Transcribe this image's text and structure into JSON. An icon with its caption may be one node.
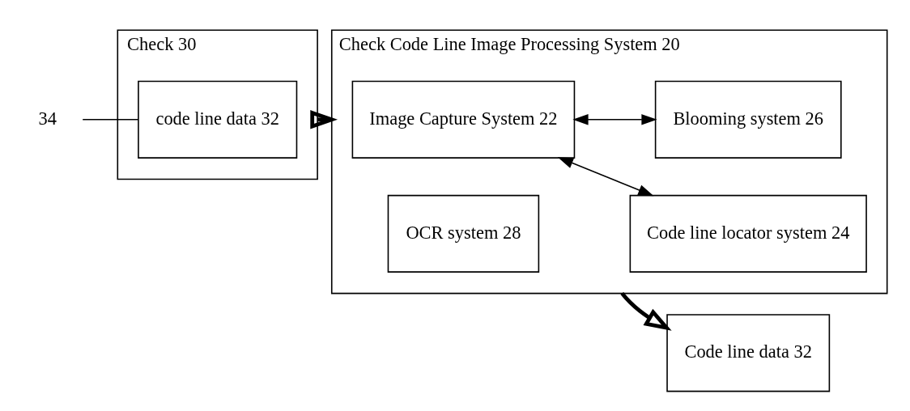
{
  "diagram": {
    "nodes": [
      {
        "text": [
          "Check 30"
        ]
      },
      {
        "text": [
          "code line data 32"
        ],
        "in": 0
      },
      {
        "text": [
          "Check Code Line Image Processing System 20"
        ]
      },
      {
        "text": [
          "Image Capture System 22"
        ],
        "in": 2
      },
      {
        "text": [
          "Code line locator system 24"
        ],
        "in": 2
      },
      {
        "text": [
          "Blooming system 26"
        ],
        "in": 2
      },
      {
        "text": [
          "OCR system 28"
        ],
        "in": 2
      },
      {
        "text": [
          "Code line data 32"
        ]
      },
      {
        "text": [
          "34"
        ]
      }
    ],
    "edges": [
      {
        "from": 0,
        "to": 2,
        "arrow": "to",
        "style": "thick"
      },
      {
        "from": 3,
        "to": 4,
        "arrow": "both"
      },
      {
        "from": 3,
        "to": 5,
        "arrow": "both"
      },
      {
        "from": 2,
        "to": 7,
        "arrow": "to",
        "style": "thick"
      },
      {
        "from": 8,
        "to": 1,
        "arrow": "none"
      }
    ]
  }
}
